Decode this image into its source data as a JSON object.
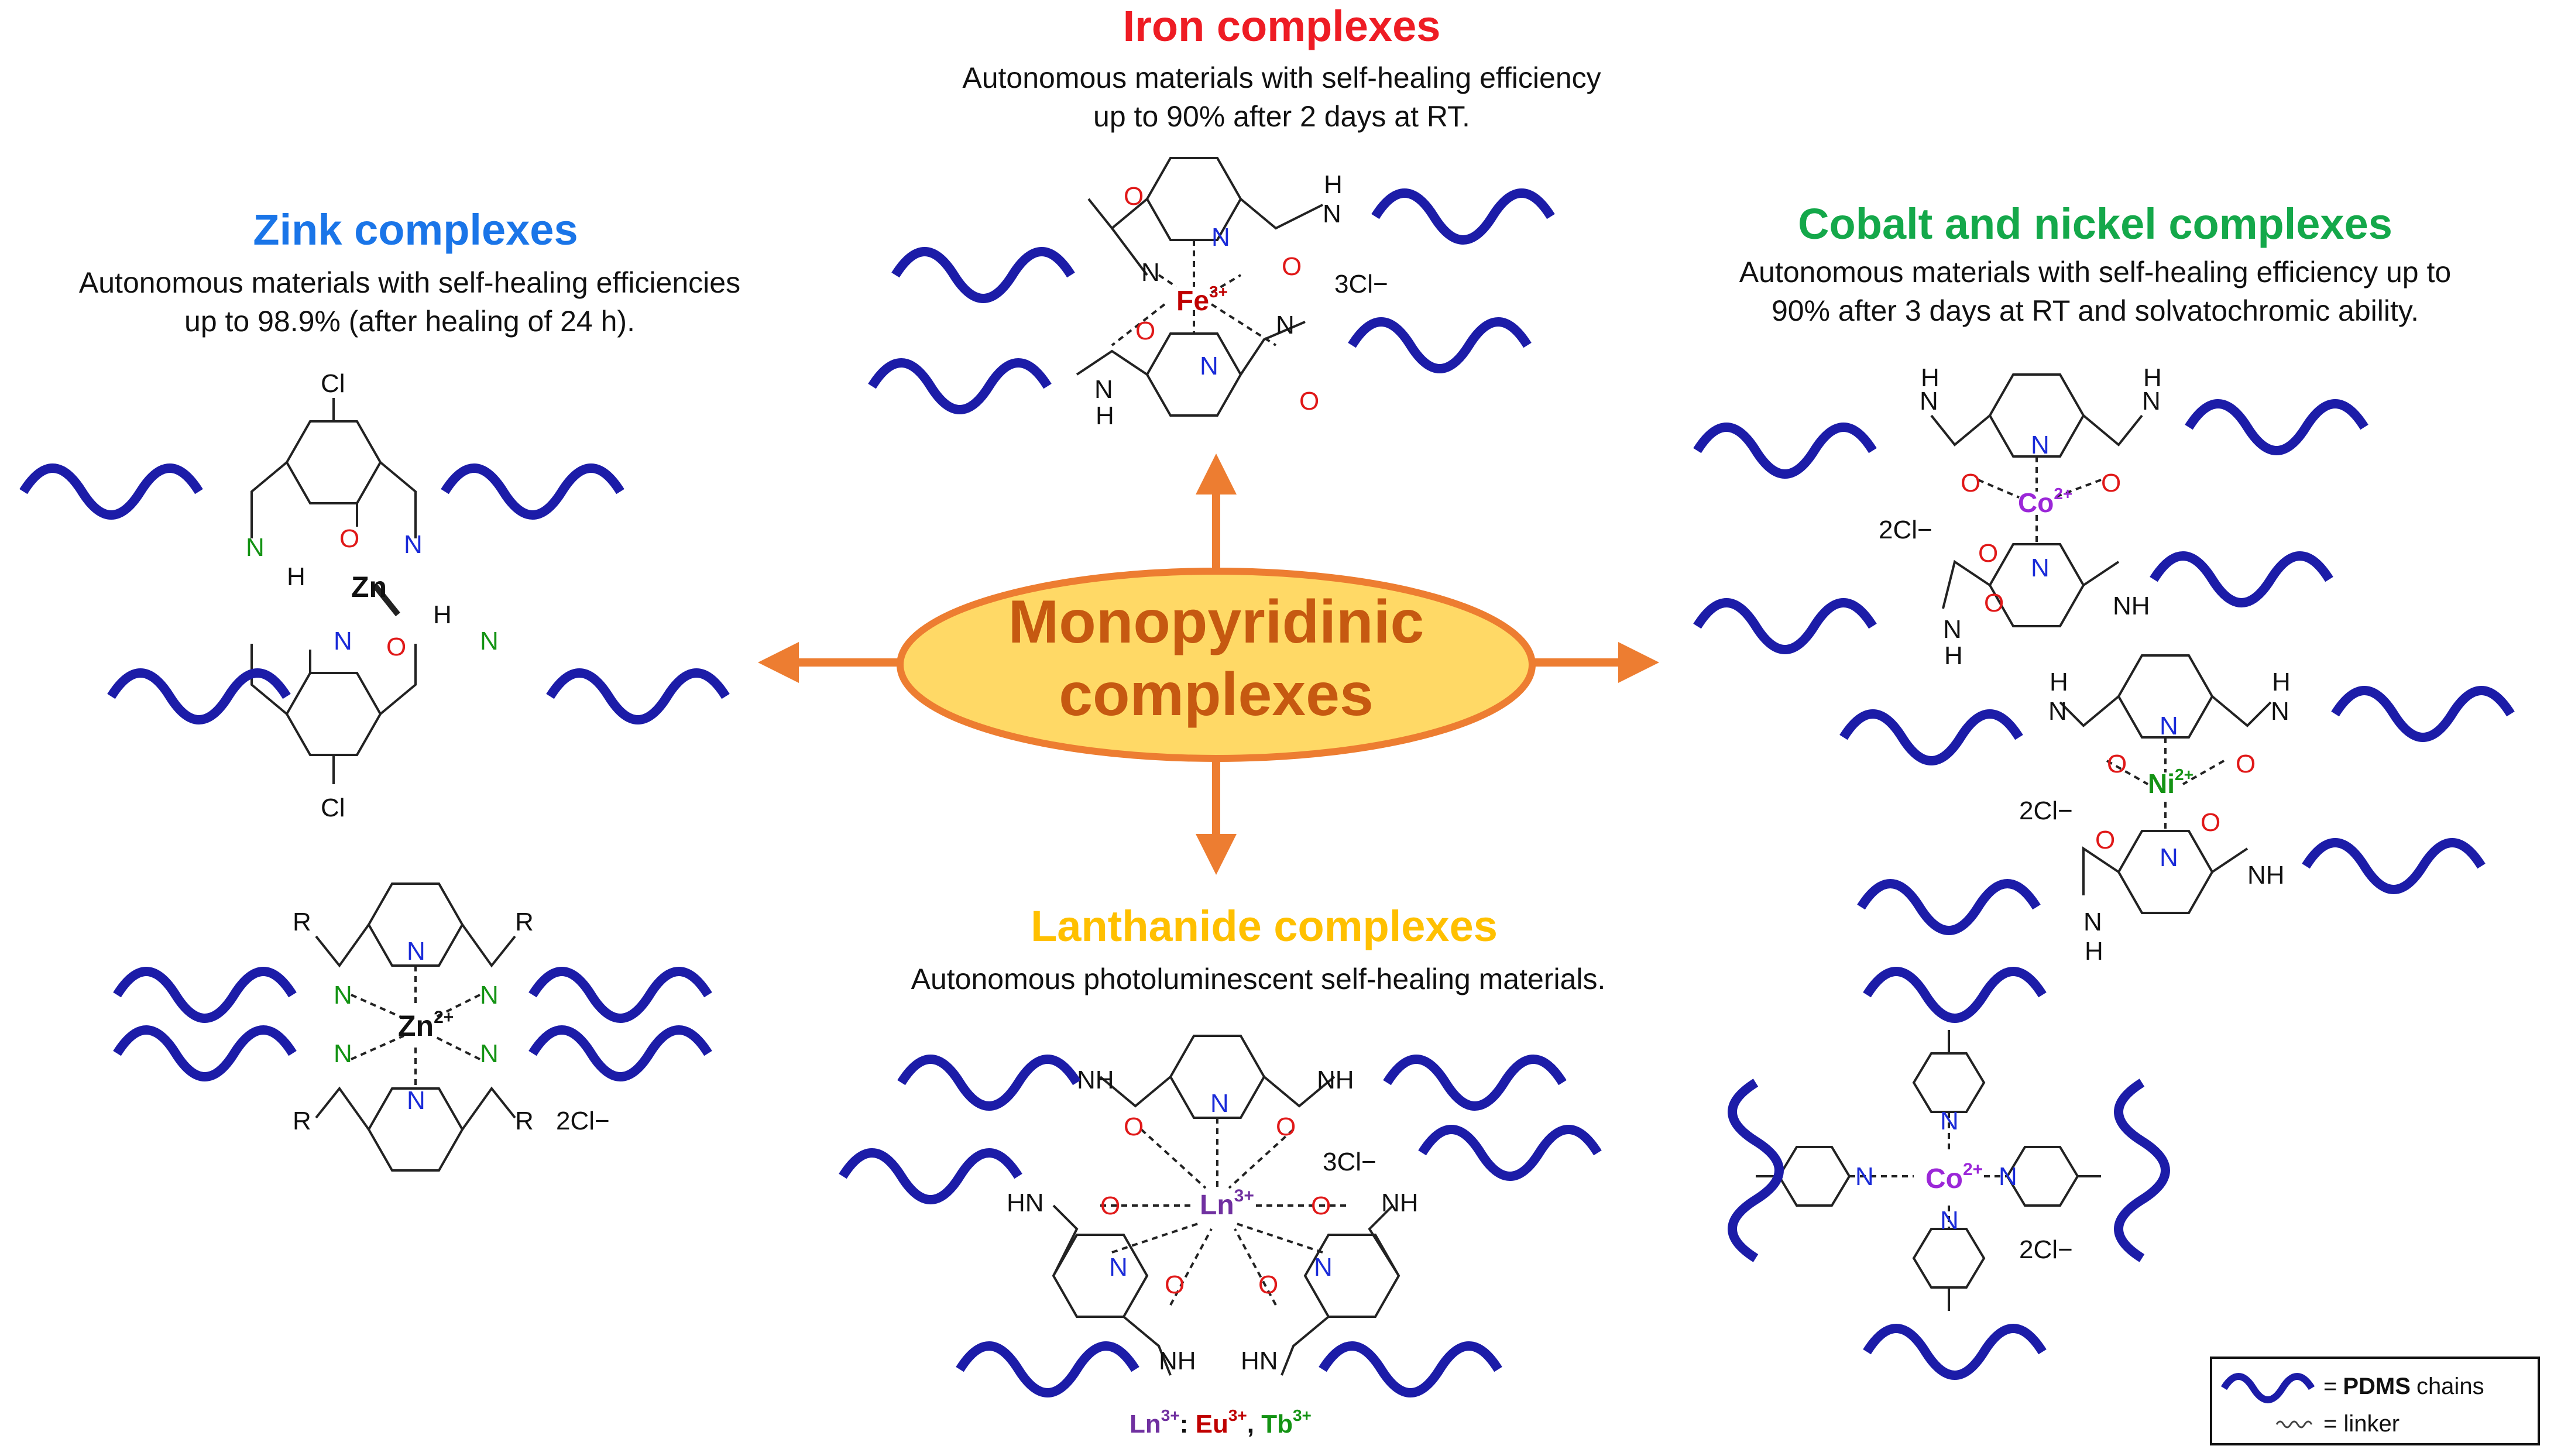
{
  "center": {
    "line1": "Monopyridinic",
    "line2": "complexes"
  },
  "colors": {
    "iron": "#ee1c24",
    "zinc": "#1a75e8",
    "cobalt_nickel": "#14a84a",
    "lanthanide": "#ffc000",
    "pdms": "#1c1ca8",
    "arrow": "#ed7d31",
    "oval_fill": "#ffd966",
    "oval_text": "#c65911"
  },
  "iron": {
    "title": "Iron complexes",
    "desc1": "Autonomous materials with self-healing efficiency",
    "desc2": "up to 90% after 2 days at RT.",
    "metal": "Fe",
    "charge": "3+",
    "counterion": "3Cl−"
  },
  "zinc": {
    "title": "Zink complexes",
    "desc1": "Autonomous materials with self-healing efficiencies",
    "desc2": "up to 98.9% (after healing of 24 h).",
    "metal": "Zn",
    "charge": "2+",
    "halogen": "Cl",
    "substituent": "R",
    "counterion": "2Cl−"
  },
  "cobalt_nickel": {
    "title": "Cobalt and nickel complexes",
    "desc1": "Autonomous materials with self-healing efficiency up to",
    "desc2": "90% after 3 days at RT and solvatochromic ability.",
    "metal_co": "Co",
    "metal_ni": "Ni",
    "charge": "2+",
    "counterion": "2Cl−"
  },
  "lanthanide": {
    "title": "Lanthanide complexes",
    "desc": "Autonomous photoluminescent self-healing materials.",
    "metal": "Ln",
    "charge": "3+",
    "counterion": "3Cl−",
    "footnote_ln": "Ln",
    "footnote_eu": "Eu",
    "footnote_tb": "Tb"
  },
  "atoms": {
    "N": "N",
    "O": "O",
    "H": "H",
    "NH": "NH",
    "HN": "HN"
  },
  "legend": {
    "pdms_eq": "=",
    "pdms_bold": "PDMS",
    "pdms_rest": "chains",
    "linker": "= linker"
  }
}
